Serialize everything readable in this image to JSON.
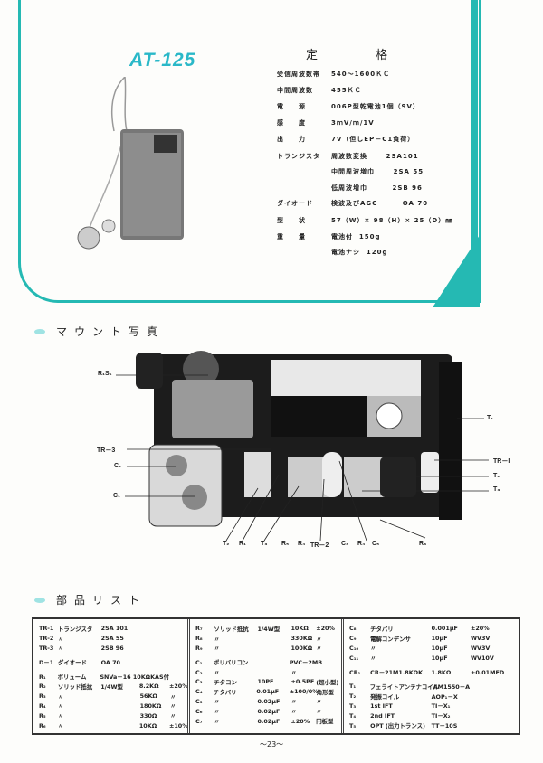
{
  "header": {
    "model": "AT-125",
    "spec_title": "定 格"
  },
  "specs": [
    {
      "label": "受信周波数帯",
      "value": "540～1600ＫＣ"
    },
    {
      "label": "中間周波数",
      "value": "455ＫＣ"
    },
    {
      "label": "電　　源",
      "value": "006P型乾電池1個（9V）"
    },
    {
      "label": "感　　度",
      "value": "3ｍV/ｍ/1V"
    },
    {
      "label": "出　　力",
      "value": "7V（但しEP－C1負荷）"
    },
    {
      "label": "トランジスタ",
      "value": "周波数変換      2SA101"
    },
    {
      "label": "",
      "value": "中間周波増巾      2SA 55"
    },
    {
      "label": "",
      "value": "低周波増巾        2SB 96"
    },
    {
      "label": "ダイオード",
      "value": "検波及びAGC        OA 70"
    },
    {
      "label": "型　　状",
      "value": "57（W）× 98（H）× 25（D）㎜"
    },
    {
      "label": "重　　量",
      "value": "電池付  150g"
    },
    {
      "label": "",
      "value": "電池ナシ  120g"
    }
  ],
  "sections": {
    "mount": "マウント写真",
    "parts": "部品リスト"
  },
  "photo_labels": {
    "r1s1": "R₁S₁",
    "t1": "T₁",
    "tr3": "TR－3",
    "c2": "C₂",
    "c1": "C₁",
    "tr1": "TR－I",
    "t2r": "T₂",
    "t3r": "T₃",
    "b_t2": "T₂",
    "b_r1": "R₁",
    "b_t3": "T₃",
    "b_r5": "R₅",
    "b_r4a": "R₄",
    "b_tr2": "TR－2",
    "b_c3": "C₃",
    "b_r4b": "R₄",
    "b_c5": "C₅",
    "b_r3": "R₃"
  },
  "parts": [
    [
      [
        "TR-1",
        "トランジスタ",
        "2SA 101",
        "",
        ""
      ],
      [
        "TR-2",
        "〃",
        "2SA 55",
        "",
        ""
      ],
      [
        "TR-3",
        "〃",
        "2SB 96",
        "",
        ""
      ],
      null,
      [
        "D－1",
        "ダイオード",
        "OA 70",
        "",
        ""
      ],
      null,
      [
        "R₁",
        "ボリューム",
        "SNVa－16 10KΩKAS付",
        "",
        ""
      ],
      [
        "R₂",
        "ソリッド抵抗",
        "1/4W型",
        "8.2KΩ",
        "±20%"
      ],
      [
        "R₃",
        "〃",
        "",
        "56KΩ",
        "〃"
      ],
      [
        "R₄",
        "〃",
        "",
        "180KΩ",
        "〃"
      ],
      [
        "R₅",
        "〃",
        "",
        "330Ω",
        "〃"
      ],
      [
        "R₆",
        "〃",
        "",
        "10KΩ",
        "±10%"
      ]
    ],
    [
      [
        "R₇",
        "ソリッド抵抗",
        "1/4W型",
        "10KΩ",
        "±20%"
      ],
      [
        "R₈",
        "〃",
        "",
        "330KΩ",
        "〃"
      ],
      [
        "R₉",
        "〃",
        "",
        "100KΩ",
        "〃"
      ],
      null,
      [
        "C₁",
        "ポリバリコン",
        "",
        "PVC－2MB",
        ""
      ],
      [
        "C₂",
        "〃",
        "",
        "〃",
        ""
      ],
      [
        "C₃",
        "チタコン",
        "10PF",
        "±0.5PF",
        "(超小型)"
      ],
      [
        "C₄",
        "チタバリ",
        "0.01μF",
        "±100/0%",
        "角形型"
      ],
      [
        "C₅",
        "〃",
        "0.02μF",
        "〃",
        "〃"
      ],
      [
        "C₆",
        "〃",
        "0.02μF",
        "〃",
        "〃"
      ],
      [
        "C₇",
        "〃",
        "0.02μF",
        "±20%",
        "円板型"
      ]
    ],
    [
      [
        "C₈",
        "チタバリ",
        "0.001μF",
        "±20%",
        ""
      ],
      [
        "C₉",
        "電解コンデンサ",
        "10μF",
        "WV3V",
        ""
      ],
      [
        "C₁₀",
        "〃",
        "10μF",
        "WV3V",
        ""
      ],
      [
        "C₁₁",
        "〃",
        "10μF",
        "WV10V",
        ""
      ],
      null,
      [
        "CR₁",
        "CR－21M1.8KΩK",
        "1.8KΩ",
        "+0.01MFD",
        ""
      ],
      null,
      [
        "T₁",
        "フェライトアンテナコイル",
        "AM1550－A",
        "",
        ""
      ],
      [
        "T₂",
        "発振コイル",
        "AOP₁－X",
        "",
        ""
      ],
      [
        "T₃",
        "1st IFT",
        "TI－X₁",
        "",
        ""
      ],
      [
        "T₄",
        "2nd IFT",
        "TI－X₂",
        "",
        ""
      ],
      [
        "T₅",
        "OPT (出力トランス)",
        "TT－10S",
        "",
        ""
      ]
    ]
  ],
  "footer": {
    "page": "～23～"
  }
}
